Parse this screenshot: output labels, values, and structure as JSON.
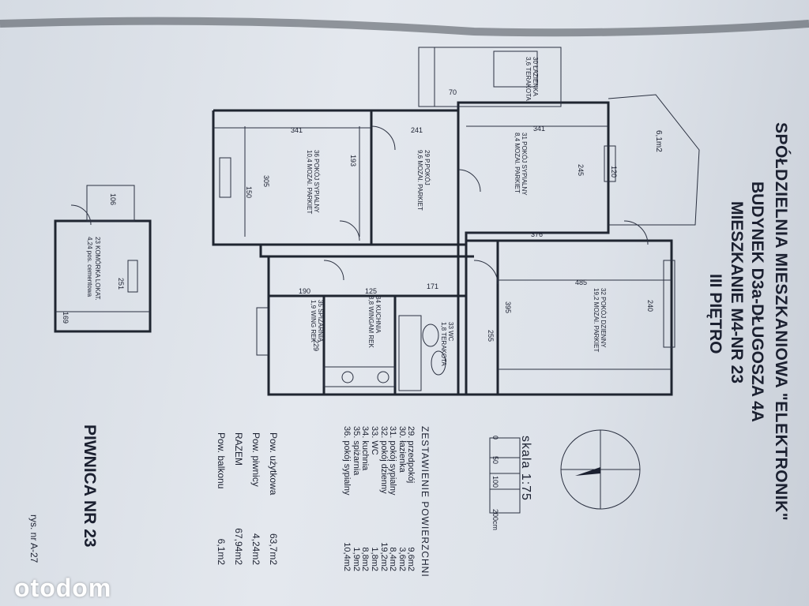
{
  "header": {
    "line1": "SPÓŁDZIELNIA MIESZKANIOWA \"ELEKTRONIK\"",
    "line2": "BUDYNEK D3a-DŁUGOSZA 4A",
    "line3": "MIESZKANIE M4-NR 23",
    "line4": "III PIĘTRO"
  },
  "scale": {
    "label": "skala 1:75",
    "ticks": [
      "0",
      "50",
      "100",
      "200cm"
    ]
  },
  "summary": {
    "title": "ZESTAWIENIE POWIERZCHNI",
    "rows": [
      {
        "label": "29. przedpokój",
        "value": "9,6m2"
      },
      {
        "label": "30. łazienka",
        "value": "3,6m2"
      },
      {
        "label": "31. pokój sypialny",
        "value": "8,4m2"
      },
      {
        "label": "32. pokój dzienny",
        "value": "19,2m2"
      },
      {
        "label": "33. WC",
        "value": "1,8m2"
      },
      {
        "label": "34. kuchnia",
        "value": "8,8m2"
      },
      {
        "label": "35. spiżarnia",
        "value": "1,9m2"
      },
      {
        "label": "36. pokój sypialny",
        "value": "10,4m2"
      }
    ]
  },
  "totals": {
    "rows": [
      {
        "label": "Pow. użytkowa",
        "value": "63,7m2"
      },
      {
        "label": "Pow. piwnicy",
        "value": "4,24m2"
      },
      {
        "label": "RAZEM",
        "value": "67,94m2"
      },
      {
        "label": "Pow. balkonu",
        "value": "6,1m2"
      }
    ]
  },
  "basement": {
    "title": "PIWNICA NR 23",
    "drawing_no": "rys. nr A-27",
    "room_label": "23 KOMÓRKA LOKAT.",
    "room_area": "4,24 pos. cementowa",
    "dims": [
      "251",
      "169",
      "106"
    ]
  },
  "rooms": [
    {
      "id": "r36",
      "text": "36 POKÓJ SYPIALNY\n10,4 MOZAI. PARKIET"
    },
    {
      "id": "r29",
      "text": "29 P.POKÓJ\n9,6 MOZAI. PARKIET"
    },
    {
      "id": "r31",
      "text": "31 POKÓJ SYPIALNY\n8,4 MOZAI. PARKIET"
    },
    {
      "id": "r32",
      "text": "32 POKÓJ DZIENNY\n19,2 MOZAI. PARKIET"
    },
    {
      "id": "r34",
      "text": "34 KUCHNIA\n8,8 WINGAM REK"
    },
    {
      "id": "r35",
      "text": "35 SPIŻARNIA\n1,9 WING REK"
    },
    {
      "id": "r33",
      "text": "33 WC\n1,8 TERAKOTA"
    },
    {
      "id": "r30",
      "text": "30 ŁAZIENKA\n3,6 TERAKOTA"
    },
    {
      "id": "balcony",
      "text": "6,1m2"
    }
  ],
  "dims": {
    "d341a": "341",
    "d241": "241",
    "d341b": "341",
    "d376": "376",
    "d485": "485",
    "d395": "395",
    "d255": "255",
    "d305": "305",
    "d193": "193",
    "d150": "150",
    "d245": "245",
    "d240": "240",
    "d125": "125",
    "d171": "171",
    "d190": "190",
    "d229": "229",
    "d120": "120",
    "d70": "70"
  },
  "watermark": "otodom"
}
